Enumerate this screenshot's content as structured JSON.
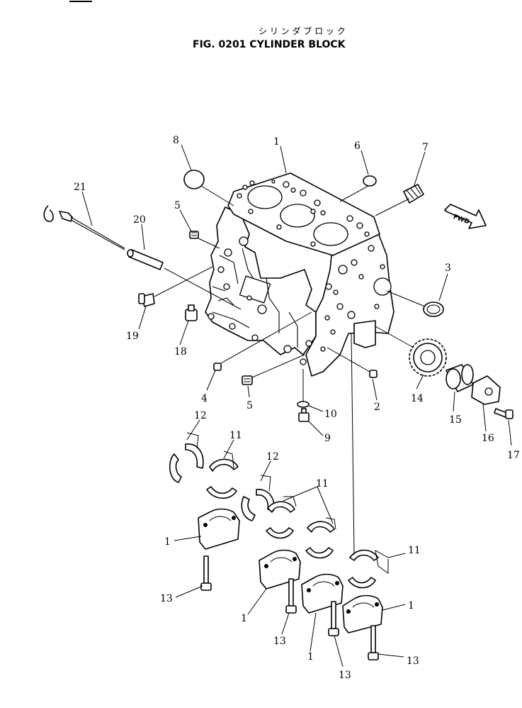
{
  "header": {
    "title_jp": "シ リ ン ダ ブ ロ ッ ク",
    "title": "FIG. 0201   CYLINDER BLOCK"
  },
  "direction_marker": {
    "text": "FWD",
    "icon": "forward-arrow-icon"
  },
  "callouts": {
    "block_top": "1",
    "cap_left": "1",
    "cap_mid": "1",
    "cap_mid2": "1",
    "cap_right": "1",
    "plug_lower": "2",
    "bushing_3": "3",
    "plug_4": "4",
    "plug_5a": "5",
    "plug_5b": "5",
    "cap_6": "6",
    "plug_7": "7",
    "ring_8": "8",
    "plug_9": "9",
    "gasket_10": "10",
    "bearing_11a": "11",
    "bearing_11b": "11",
    "bearing_11c": "11",
    "thrust_12a": "12",
    "thrust_12b": "12",
    "bolt_13a": "13",
    "bolt_13b": "13",
    "bolt_13c": "13",
    "bolt_13d": "13",
    "gear_14": "14",
    "bushing_15": "15",
    "housing_16": "16",
    "bolt_17": "17",
    "plug_18": "18",
    "plug_19": "19",
    "pipe_20": "20",
    "gauge_21": "21"
  }
}
